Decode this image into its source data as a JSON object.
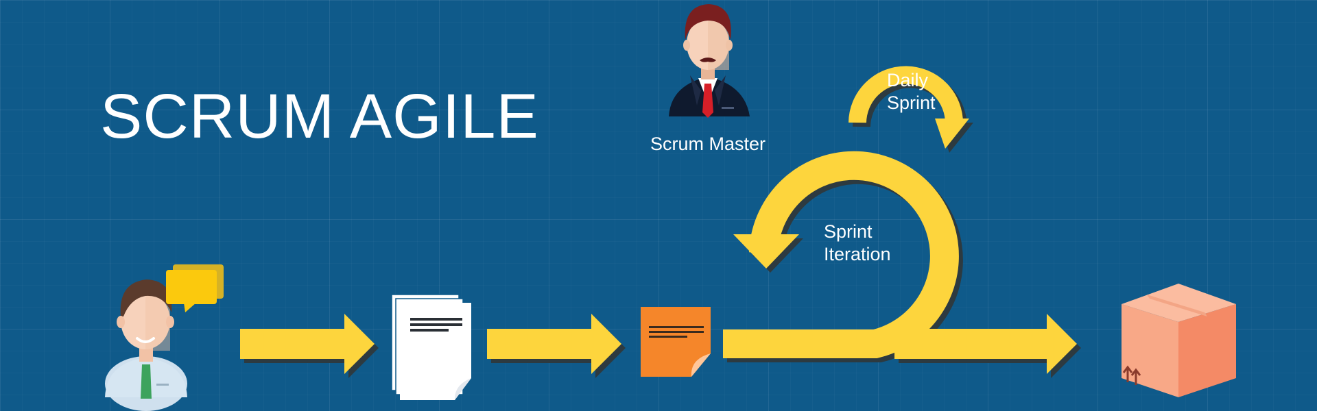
{
  "title": "SCRUM AGILE",
  "labels": {
    "scrum_master": "Scrum Master",
    "daily_sprint": [
      "Daily",
      "Sprint"
    ],
    "sprint_iteration": [
      "Sprint",
      "Iteration"
    ]
  },
  "colors": {
    "background": "#0f5a8a",
    "arrow": "#fdd53d",
    "arrow_shadow": "#2d3a40",
    "sticky_note": "#f5862a",
    "box": "#f6957a"
  },
  "icons": [
    "user-avatar-icon",
    "speech-bubble-icon",
    "documents-icon",
    "sticky-note-icon",
    "scrum-master-avatar-icon",
    "package-box-icon"
  ]
}
